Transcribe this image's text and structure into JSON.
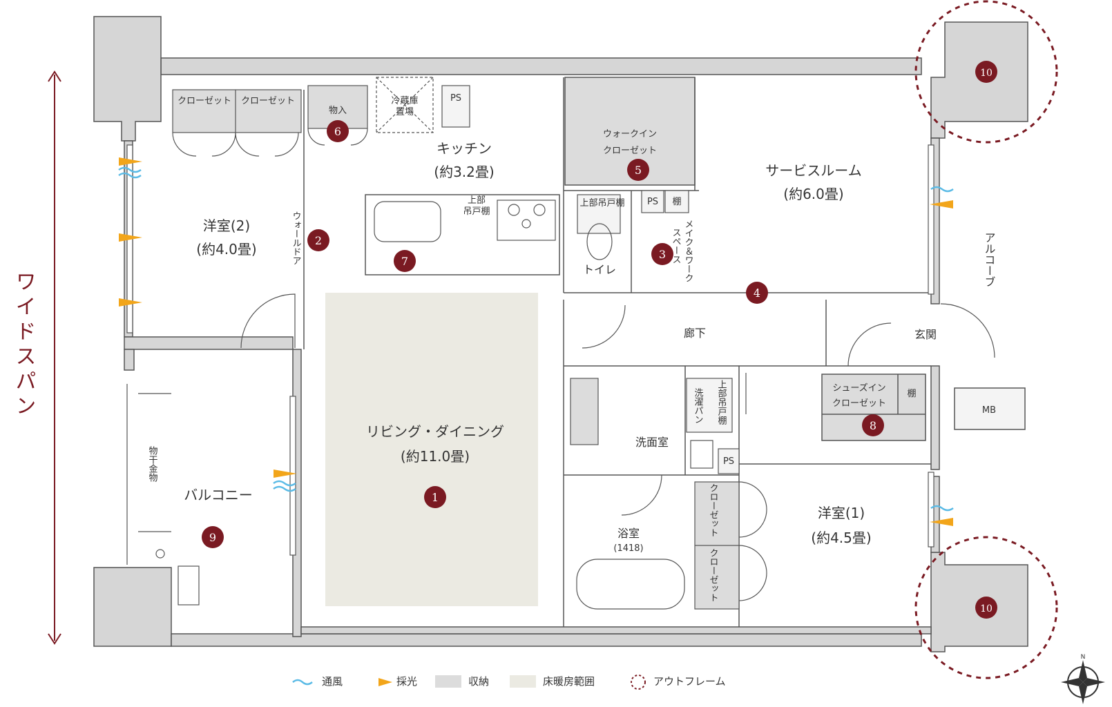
{
  "side_label": "ワイドスパン",
  "rooms": {
    "kitchen": {
      "name": "キッチン",
      "size": "(約3.2畳)"
    },
    "western2": {
      "name": "洋室(2)",
      "size": "(約4.0畳)"
    },
    "living": {
      "name": "リビング・ダイニング",
      "size": "(約11.0畳)"
    },
    "service": {
      "name": "サービスルーム",
      "size": "(約6.0畳)"
    },
    "western1": {
      "name": "洋室(1)",
      "size": "(約4.5畳)"
    },
    "balcony": {
      "name": "バルコニー"
    },
    "hallway": {
      "name": "廊下"
    },
    "entrance": {
      "name": "玄関"
    },
    "toilet": {
      "name": "トイレ"
    },
    "washroom": {
      "name": "洗面室"
    },
    "bath": {
      "name": "浴室",
      "size": "(1418)"
    },
    "alcove": {
      "name": "アルコーブ"
    }
  },
  "fixtures": {
    "closet_a": "クローゼット",
    "closet_b": "クローゼット",
    "storage": "物入",
    "fridge_1": "冷蔵庫",
    "fridge_2": "置場",
    "ps_kitchen": "PS",
    "ps_toilet": "PS",
    "ps_wash": "PS",
    "walkin_1": "ウォークイン",
    "walkin_2": "クローゼット",
    "shelf": "棚",
    "upper_shelf_k1": "上部",
    "upper_shelf_k2": "吊戸棚",
    "upper_shelf_toilet": "上部吊戸棚",
    "make_work": "メイク＆ワーク",
    "make_work_2": "スペース",
    "walk_door": "ウォールドア",
    "shoes_1": "シューズイン",
    "shoes_2": "クローゼット",
    "shoes_shelf": "棚",
    "washing_pan": "洗濯パン",
    "upper_wash": "上部吊戸棚",
    "closet_r1": "クローゼット",
    "closet_r2": "クローゼット",
    "mb": "MB",
    "drying": "物干金物"
  },
  "markers": [
    "1",
    "2",
    "3",
    "4",
    "5",
    "6",
    "7",
    "8",
    "9",
    "10",
    "10"
  ],
  "legend": {
    "ventilation": "通風",
    "daylight": "採光",
    "storage": "収納",
    "floor_heating": "床暖房範囲",
    "outframe": "アウトフレーム"
  },
  "compass": "N",
  "colors": {
    "wall": "#d6d6d6",
    "wall_stroke": "#555555",
    "storage": "#dcdcdc",
    "floor_heating": "#ebeae2",
    "marker": "#7a1a22",
    "dashed": "#7a1a22",
    "vent": "#5bbbe6",
    "light": "#f2a51a"
  }
}
